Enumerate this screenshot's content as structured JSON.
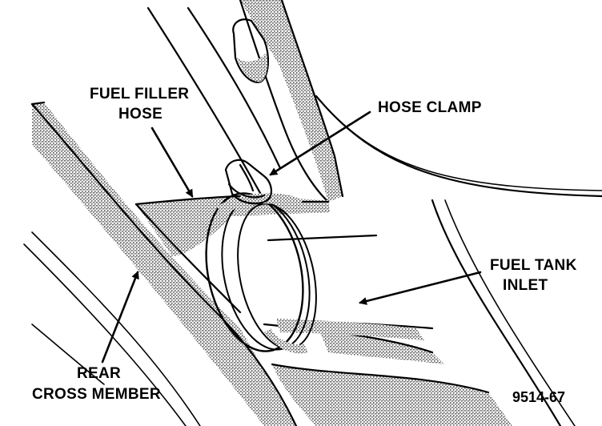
{
  "labels": {
    "fuel_filler_hose_line1": "FUEL FILLER",
    "fuel_filler_hose_line2": "HOSE",
    "hose_clamp": "HOSE CLAMP",
    "fuel_tank_inlet_line1": "FUEL TANK",
    "fuel_tank_inlet_line2": "INLET",
    "rear_cross_member_line1": "REAR",
    "rear_cross_member_line2": "CROSS MEMBER"
  },
  "figure_number": "9514-67",
  "colors": {
    "ink": "#000000",
    "background": "#ffffff",
    "stipple": "#8a8a8a"
  }
}
